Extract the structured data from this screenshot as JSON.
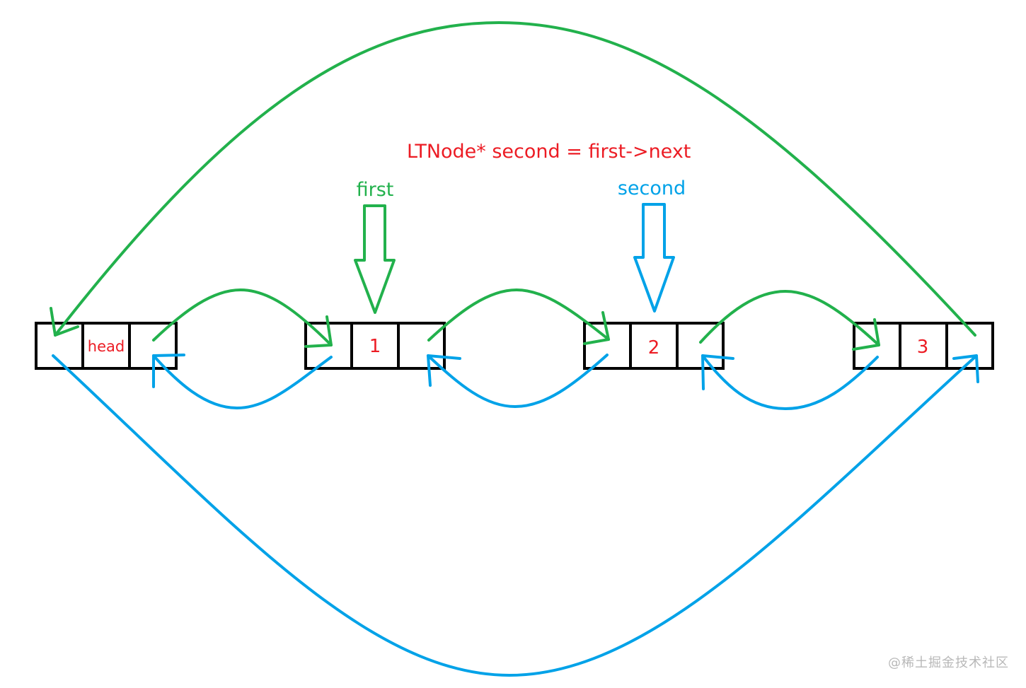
{
  "colors": {
    "green": "#22b14c",
    "blue": "#00a2e8",
    "red": "#ec1c24",
    "black": "#000000"
  },
  "title": "LTNode* second = first->next",
  "pointers": {
    "first": "first",
    "second": "second"
  },
  "nodes": [
    {
      "label": "head"
    },
    {
      "label": "1"
    },
    {
      "label": "2"
    },
    {
      "label": "3"
    }
  ],
  "watermark": "@稀土掘金技术社区"
}
